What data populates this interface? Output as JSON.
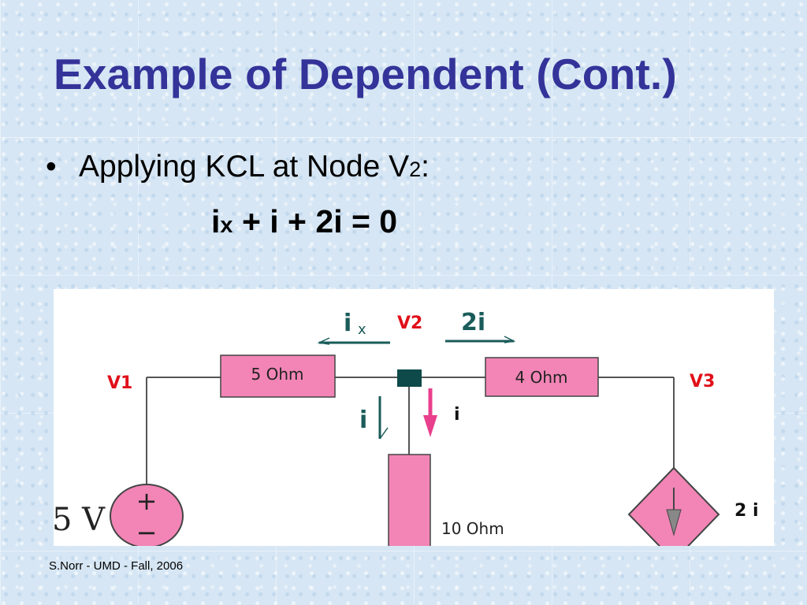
{
  "slide": {
    "title": "Example of Dependent (Cont.)",
    "bullet": {
      "marker": "•",
      "text_before": "Applying KCL at Node V",
      "sub": "2",
      "text_after": ":"
    },
    "equation": {
      "part1": "i",
      "sub": "x",
      "part2": " + i + 2i = 0"
    },
    "footer": "S.Norr - UMD - Fall, 2006"
  },
  "circuit": {
    "labels": {
      "v1": "V1",
      "v2": "V2",
      "v3": "V3",
      "ix_main": "i",
      "ix_sub": "x",
      "two_i_top": "2i",
      "i_left": "i",
      "i_right": "i",
      "r1": "5 Ohm",
      "r2": "4 Ohm",
      "r3": "10 Ohm",
      "source_voltage": "5 V",
      "plus": "+",
      "minus": "−",
      "dep_source": "2 i"
    },
    "colors": {
      "label_red": "#e0101a",
      "label_green": "#1a5c5a",
      "resistor_fill": "#f285b6",
      "arrow_pink": "#e8408c",
      "node": "#0e4a4a",
      "wire": "#555555"
    }
  }
}
